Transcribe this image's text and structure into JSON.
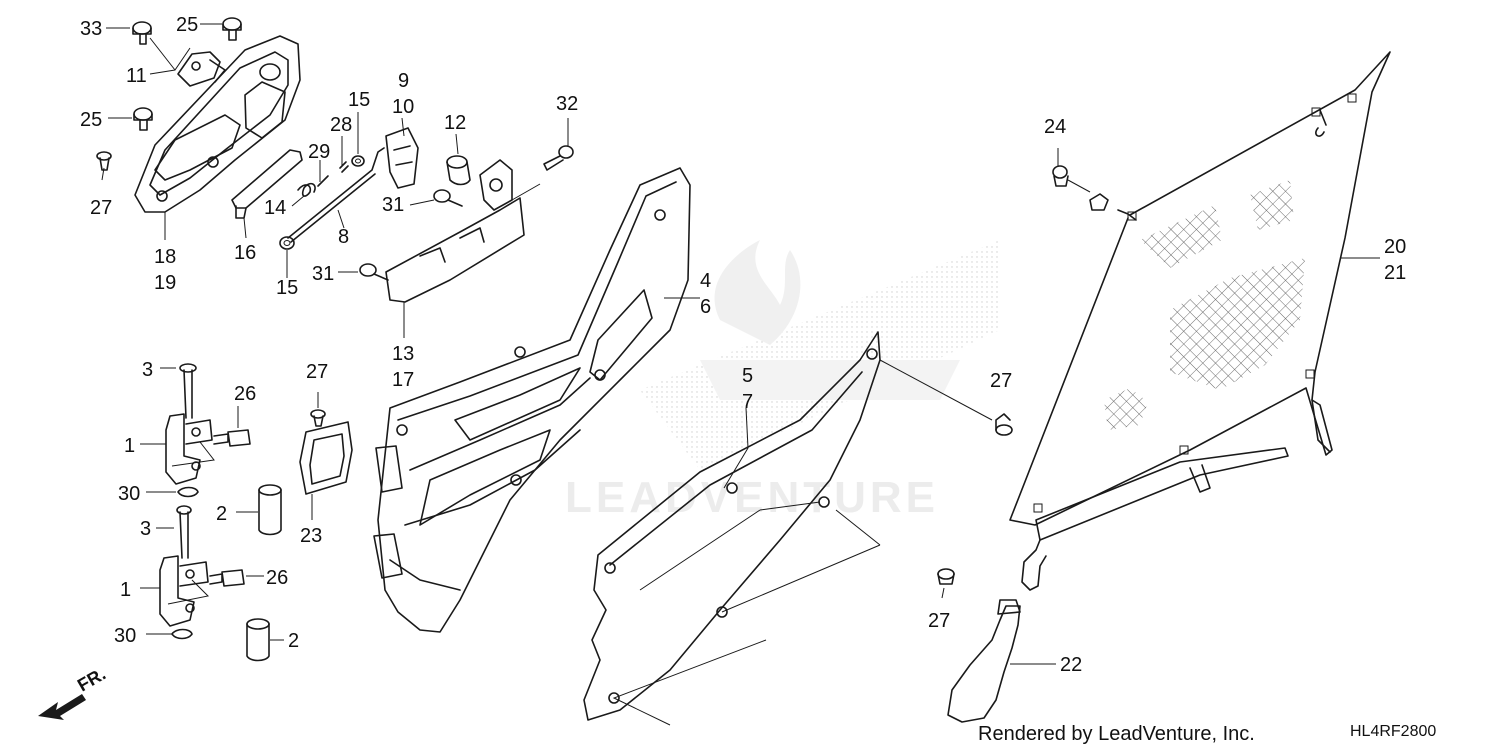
{
  "diagram": {
    "watermark_text": "LEADVENTURE",
    "front_indicator": "FR.",
    "credit": "Rendered by LeadVenture, Inc.",
    "code": "HL4RF2800",
    "callouts": {
      "c33": "33",
      "c25a": "25",
      "c11": "11",
      "c25b": "25",
      "c27a": "27",
      "c18": "18",
      "c19": "19",
      "c16": "16",
      "c9": "9",
      "c10": "10",
      "c15a": "15",
      "c28": "28",
      "c29": "29",
      "c14": "14",
      "c8": "8",
      "c15b": "15",
      "c12": "12",
      "c32": "32",
      "c31a": "31",
      "c31b": "31",
      "c13": "13",
      "c17": "17",
      "c4": "4",
      "c6": "6",
      "c5": "5",
      "c7": "7",
      "c27b": "27",
      "c27c": "27",
      "c27d": "27",
      "c23": "23",
      "c3a": "3",
      "c26a": "26",
      "c1a": "1",
      "c30a": "30",
      "c2a": "2",
      "c3b": "3",
      "c1b": "1",
      "c26b": "26",
      "c30b": "30",
      "c2b": "2",
      "c24": "24",
      "c20": "20",
      "c21": "21",
      "c22": "22"
    }
  }
}
